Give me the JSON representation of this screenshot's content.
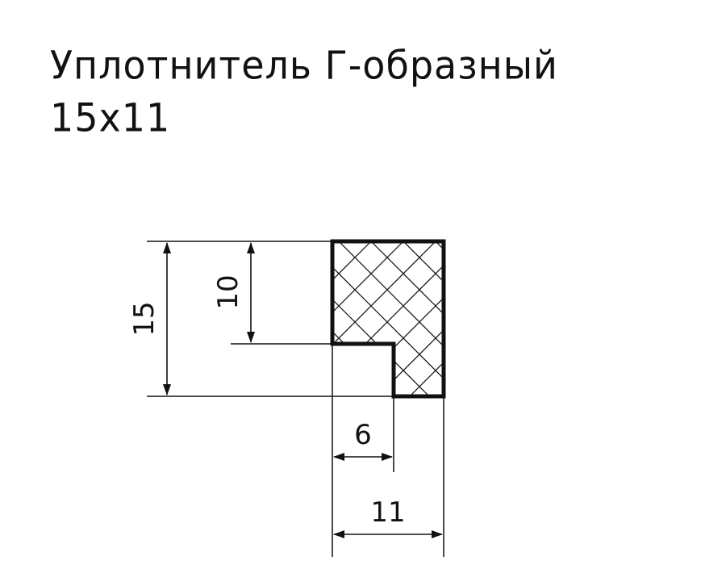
{
  "title": {
    "line1": "Уплотнитель Г-образный",
    "line2": "15x11"
  },
  "dimensions": {
    "total_height": "15",
    "step_height": "10",
    "step_width": "6",
    "total_width": "11"
  },
  "colors": {
    "ink": "#111111",
    "background": "#ffffff"
  }
}
